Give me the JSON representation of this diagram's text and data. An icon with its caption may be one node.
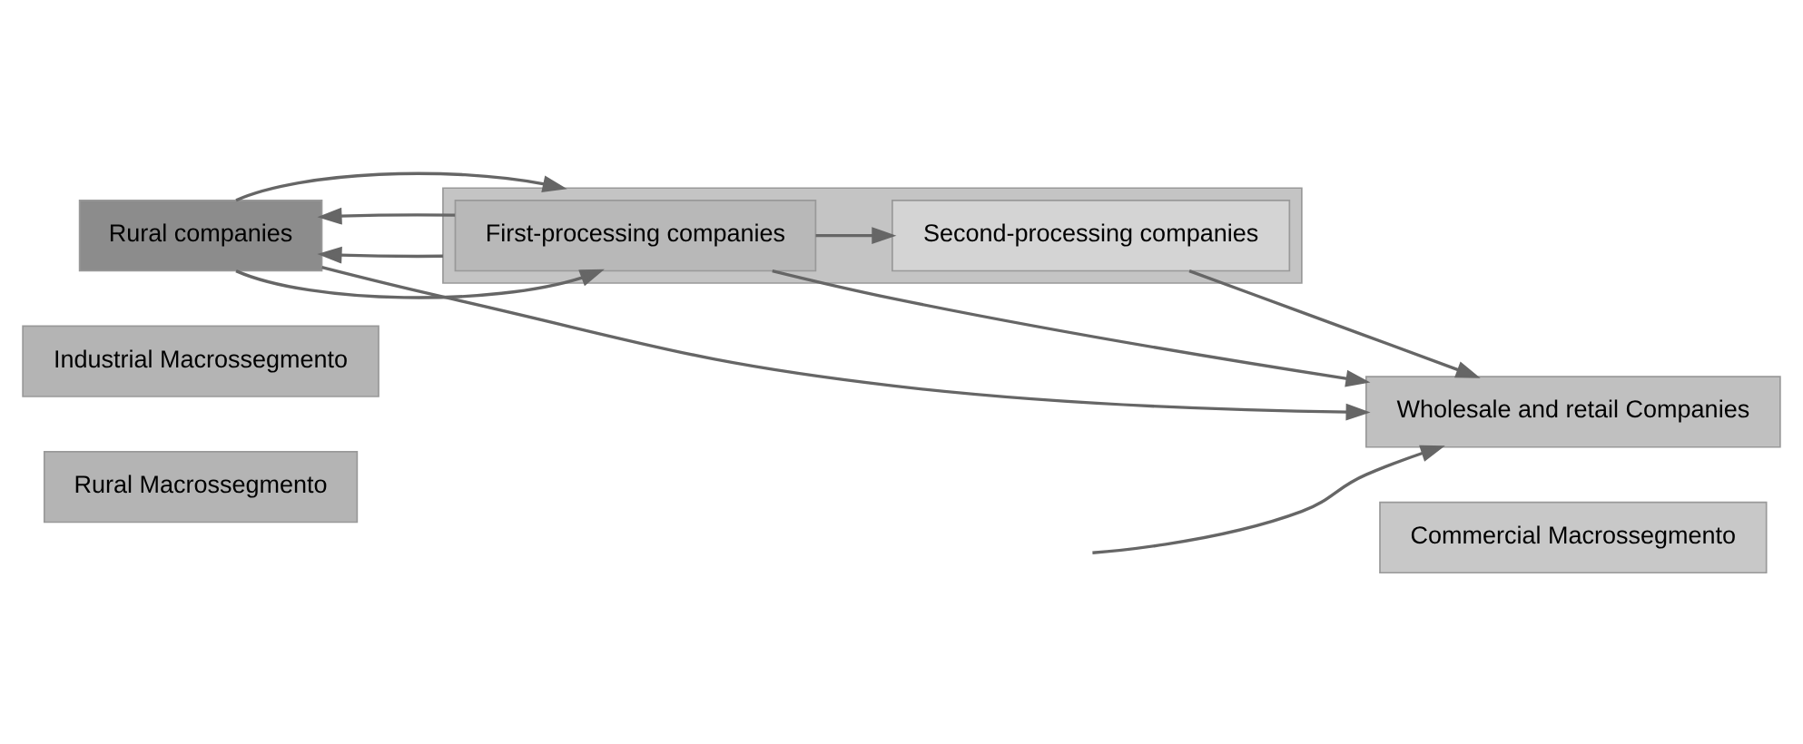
{
  "diagram": {
    "nodes": [
      {
        "text": [
          "Rural Macrossegmento"
        ]
      },
      {
        "text": [
          "Industrial Macrossegmento"
        ]
      },
      {
        "text": [
          "Commercial Macrossegmento"
        ]
      },
      {
        "text": [
          "Rural companies"
        ]
      },
      {
        "text": [],
        "shape": "box"
      },
      {
        "text": [
          "First-processing companies"
        ],
        "in": 4
      },
      {
        "text": [
          "Second-processing companies"
        ],
        "in": 4
      },
      {
        "text": [
          "Wholesale and retail Companies"
        ]
      }
    ],
    "edges": [
      {
        "from": 3,
        "to": 5,
        "arrow": "to"
      },
      {
        "from": 5,
        "to": 6,
        "arrow": "to"
      },
      {
        "from": 6,
        "to": 7,
        "arrow": "to"
      },
      {
        "from": null,
        "to": 7,
        "arrow": "to"
      },
      {
        "from": 4,
        "to": 3,
        "arrow": "to"
      },
      {
        "from": 5,
        "to": 3,
        "arrow": "to"
      },
      {
        "from": 3,
        "to": 4,
        "arrow": "to"
      },
      {
        "from": 3,
        "to": 7,
        "arrow": "to"
      },
      {
        "from": 5,
        "to": 7,
        "arrow": "to"
      }
    ]
  }
}
